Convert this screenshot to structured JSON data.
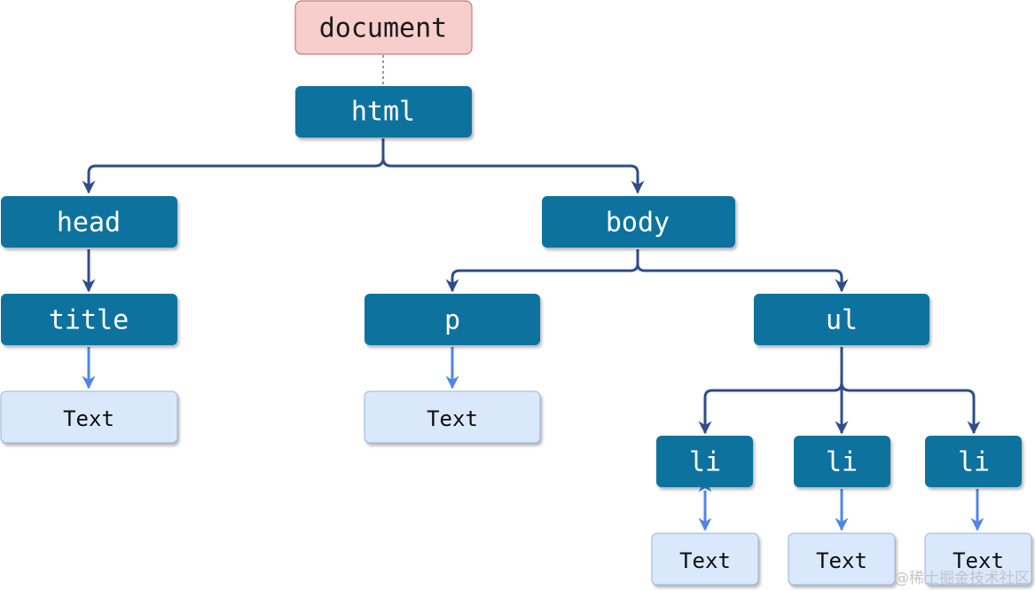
{
  "nodes": {
    "document": "document",
    "html": "html",
    "head": "head",
    "body": "body",
    "title": "title",
    "p": "p",
    "ul": "ul",
    "li1": "li",
    "li2": "li",
    "li3": "li",
    "text_title": "Text",
    "text_p": "Text",
    "text_li1": "Text",
    "text_li2": "Text",
    "text_li3": "Text"
  },
  "watermark": "@稀土掘金技术社区",
  "colors": {
    "document_fill": "#f8cecc",
    "document_stroke": "#c97a7a",
    "element_fill": "#10739e",
    "text_node_fill": "#dae8fc",
    "text_node_stroke": "#9cb2d6",
    "edge_dark": "#2f4d8a",
    "edge_light": "#4f86e8"
  }
}
